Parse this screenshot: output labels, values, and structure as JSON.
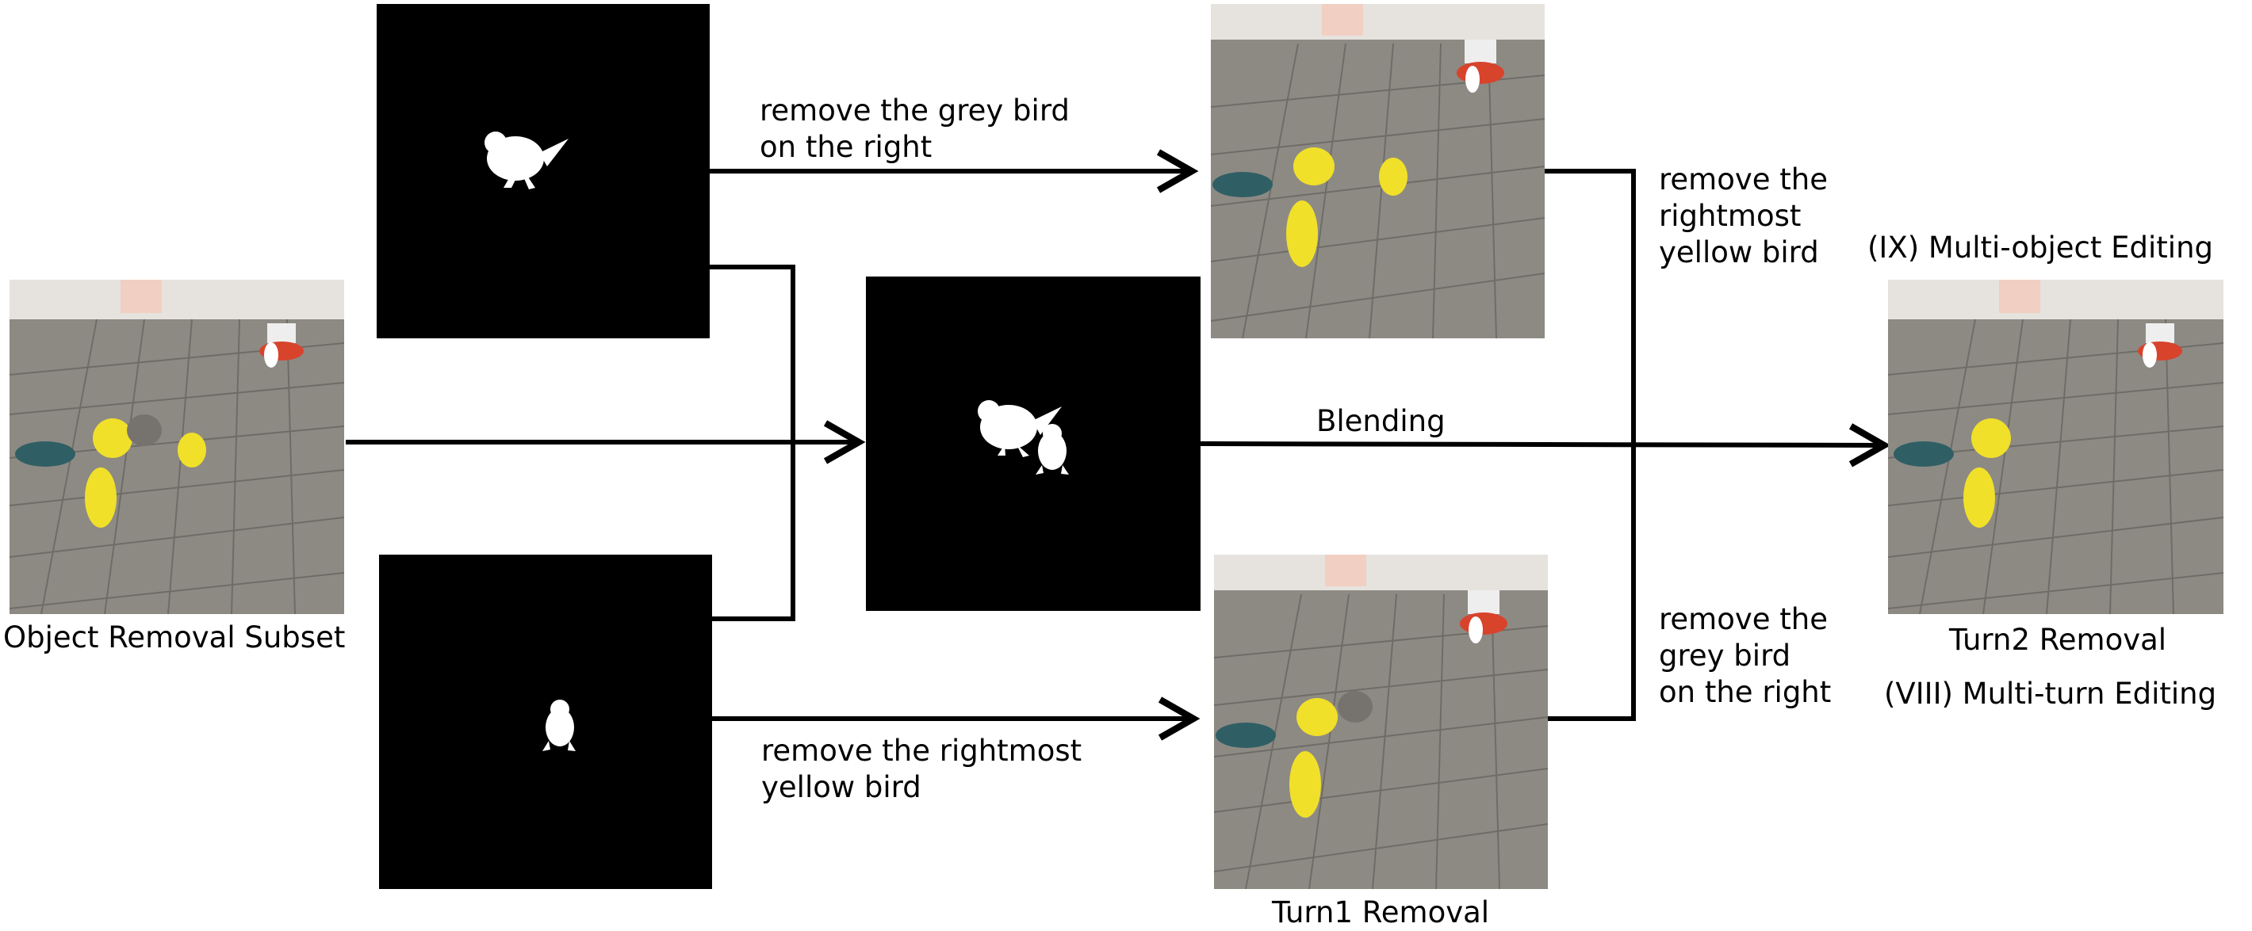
{
  "labels": {
    "source": "Object Removal Subset",
    "instr_top": "remove the grey bird\non the right",
    "instr_bottom": "remove the rightmost\nyellow bird",
    "blending": "Blending",
    "instr_turn2_top": "remove the\nrightmost\nyellow bird",
    "instr_turn2_bottom": "remove the\ngrey bird\non the right",
    "turn1": "Turn1 Removal",
    "turn2": "Turn2 Removal",
    "multi_object": "(IX) Multi-object Editing",
    "multi_turn": "(VIII) Multi-turn Editing"
  },
  "colors": {
    "mask_bg": "#000000",
    "mask_fg": "#ffffff",
    "floor": "#8d8a84",
    "wall": "#e6e3de",
    "yellow_bird": "#f1e02a",
    "teal_bird": "#2f5f64",
    "grey_bird": "#76726e",
    "feeder_red": "#d8432c"
  },
  "icons": {
    "mask_grey_bird": "grey-bird-silhouette",
    "mask_yellow_bird": "yellow-bird-silhouette",
    "arrow": "arrow-right"
  }
}
